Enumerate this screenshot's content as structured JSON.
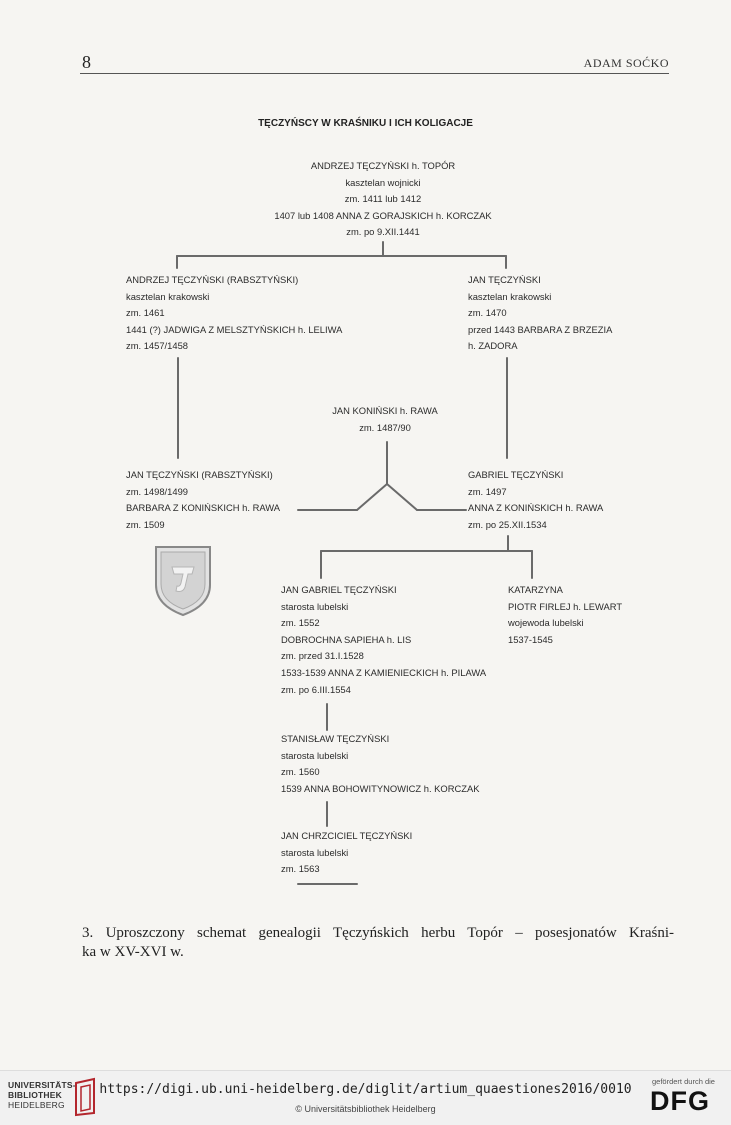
{
  "header": {
    "page_number": "8",
    "running_head": "ADAM SOĆKO"
  },
  "diagram": {
    "title": "TĘCZYŃSCY W KRAŚNIKU I ICH KOLIGACJE",
    "root": {
      "lines": [
        "ANDRZEJ TĘCZYŃSKI h. TOPÓR",
        "kasztelan wojnicki",
        "zm. 1411 lub 1412",
        "1407 lub 1408 ANNA Z GORAJSKICH h. KORCZAK",
        "zm. po 9.XII.1441"
      ]
    },
    "left_son": {
      "lines": [
        "ANDRZEJ TĘCZYŃSKI (RABSZTYŃSKI)",
        "kasztelan krakowski",
        "zm. 1461",
        "1441 (?) JADWIGA Z MELSZTYŃSKICH h. LELIWA",
        "zm. 1457/1458"
      ]
    },
    "right_son": {
      "lines": [
        "JAN TĘCZYŃSKI",
        "kasztelan krakowski",
        "zm. 1470",
        "przed 1443 BARBARA Z BRZEZIA",
        "h. ZADORA"
      ]
    },
    "koninski": {
      "lines": [
        "JAN KONIŃSKI h. RAWA",
        "zm. 1487/90"
      ]
    },
    "left_grandson": {
      "lines": [
        "JAN TĘCZYŃSKI (RABSZTYŃSKI)",
        "zm. 1498/1499",
        "BARBARA Z KONIŃSKICH h. RAWA",
        "zm. 1509"
      ]
    },
    "right_grandson": {
      "lines": [
        "GABRIEL TĘCZYŃSKI",
        "zm. 1497",
        "ANNA Z KONIŃSKICH h. RAWA",
        "zm. po 25.XII.1534"
      ]
    },
    "jan_gabriel": {
      "lines": [
        "JAN GABRIEL TĘCZYŃSKI",
        "starosta lubelski",
        "zm. 1552",
        "DOBROCHNA SAPIEHA h. LIS",
        "zm. przed 31.I.1528",
        "1533-1539 ANNA Z KAMIENIECKICH h. PILAWA",
        "zm. po 6.III.1554"
      ]
    },
    "katarzyna": {
      "lines": [
        "KATARZYNA",
        "PIOTR FIRLEJ h. LEWART",
        "wojewoda lubelski",
        "1537-1545"
      ]
    },
    "stanislaw": {
      "lines": [
        "STANISŁAW TĘCZYŃSKI",
        "starosta lubelski",
        "zm. 1560",
        "1539 ANNA BOHOWITYNOWICZ h. KORCZAK"
      ]
    },
    "jan_chrzciciel": {
      "lines": [
        "JAN CHRZCICIEL TĘCZYŃSKI",
        "starosta lubelski",
        "zm. 1563"
      ]
    },
    "shield_icon": "rawa-coat-of-arms-shield"
  },
  "caption": {
    "line1": "3. Uproszczony schemat genealogii Tęczyńskich herbu Topór – posesjonatów Kraśni-",
    "line2": "ka w XV-XVI w."
  },
  "footer": {
    "library_name": [
      "UNIVERSITÄTS-",
      "BIBLIOTHEK",
      "HEIDELBERG"
    ],
    "url": "https://digi.ub.uni-heidelberg.de/diglit/artium_quaestiones2016/0010",
    "copyright": "© Universitätsbibliothek Heidelberg",
    "funded_by": "gefördert durch die",
    "funder_logo": "DFG"
  }
}
